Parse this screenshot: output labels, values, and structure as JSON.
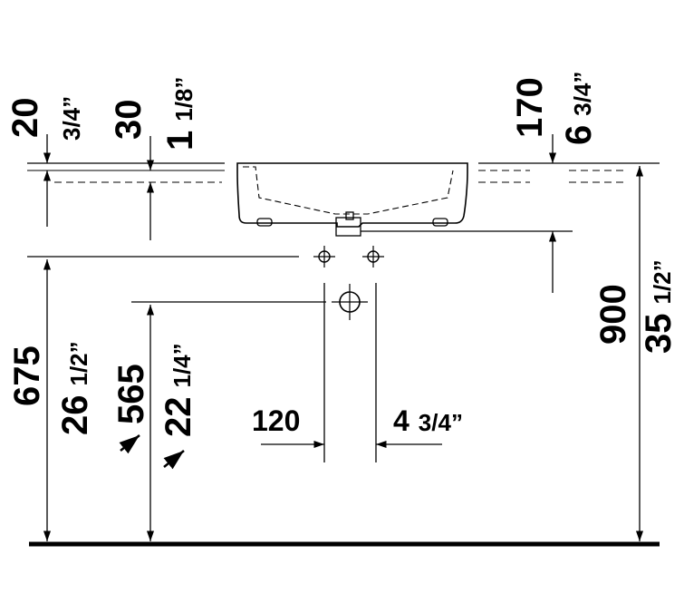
{
  "drawing": {
    "type": "installation dimension drawing - wall-mounted washbasin side elevation",
    "colors": {
      "line": "#000000",
      "background": "#ffffff"
    }
  },
  "dimensions": {
    "d20": {
      "mm": "20",
      "inch_whole": "",
      "inch_frac": "3/4”"
    },
    "d30": {
      "mm": "30",
      "inch_whole": "1",
      "inch_frac": "1/8”"
    },
    "d170": {
      "mm": "170",
      "inch_whole": "6",
      "inch_frac": "3/4”"
    },
    "d675": {
      "mm": "675",
      "inch_whole": "26",
      "inch_frac": "1/2”"
    },
    "d565": {
      "mm": "565",
      "inch_whole": "22",
      "inch_frac": "1/4”"
    },
    "d120": {
      "mm": "120",
      "inch_whole": "4",
      "inch_frac": "3/4”"
    },
    "d900": {
      "mm": "900",
      "inch_whole": "35",
      "inch_frac": "1/2”"
    }
  }
}
